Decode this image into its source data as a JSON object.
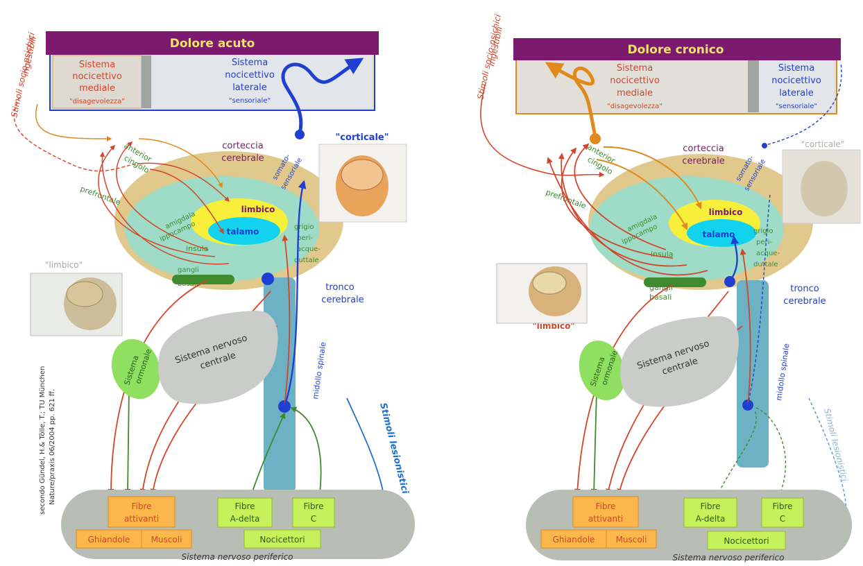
{
  "colors": {
    "purple": "#7b1a6e",
    "orange": "#e08a1e",
    "red": "#d2452a",
    "blue": "#1f3fd0",
    "green": "#3f8a2f",
    "lime": "#a2d82a",
    "cyan": "#12d2f0",
    "yellow": "#f8ef3a",
    "teal": "#9fdcc8",
    "tan": "#dcc07a",
    "spine": "#6db2c4",
    "periph": "#b8bdb6",
    "grey": "#c9ccc8"
  },
  "acute": {
    "title": "Dolore acuto",
    "medial": {
      "l1": "Sistema",
      "l2": "nocicettivo",
      "l3": "mediale",
      "tag": "\"disagevolezza\""
    },
    "lateral": {
      "l1": "Sistema",
      "l2": "nocicettivo",
      "l3": "laterale",
      "tag": "\"sensoriale\""
    },
    "stimuli_psych": {
      "l1": "Stimoli socio-psichici",
      "l2": "ingestibili"
    },
    "corticale_label": "\"corticale\"",
    "limbico_label": "\"limbico\"",
    "stimuli_lesion": "Stimoli lesionistici",
    "credit": {
      "l1": "secondo Gündel, H.& Tölle, T.; TU München",
      "l2": "Nature/praxis 06/2004 pp. 621 ff."
    }
  },
  "chronic": {
    "title": "Dolore cronico",
    "medial": {
      "l1": "Sistema",
      "l2": "nocicettivo",
      "l3": "mediale",
      "tag": "\"disagevolezza\""
    },
    "lateral": {
      "l1": "Sistema",
      "l2": "nocicettivo",
      "l3": "laterale",
      "tag": "\"sensoriale\""
    },
    "stimuli_psych": {
      "l1": "Stimoli socio-psichici",
      "l2": "ingestibili"
    },
    "corticale_label": "\"corticale\"",
    "limbico_label": "\"limbico\"",
    "stimuli_lesion": "Stimoli lesionistici"
  },
  "brain": {
    "corteccia": "corteccia",
    "cerebrale": "cerebrale",
    "somato1": "somato-",
    "somato2": "sensoriale",
    "anterior": "anterior",
    "cingolo": "cingolo",
    "prefrontale": "prefrontale",
    "limbico": "limbico",
    "amigdala": "amigdala",
    "ippocampo": "ippocampo",
    "talamo": "talamo",
    "insula": "insula",
    "grigio": "grigio",
    "peri": "peri-",
    "acque": "acque-",
    "duttale": "duttale",
    "gangli": "gangli",
    "basali": "basali",
    "tronco": "tronco",
    "tronco2": "cerebrale",
    "midollo": "midollo spinale",
    "sistema_ormonale1": "Sistema",
    "sistema_ormonale2": "ormonale",
    "snc1": "Sistema nervoso",
    "snc2": "centrale",
    "fibre_attivanti1": "Fibre",
    "fibre_attivanti2": "attivanti",
    "fibre_adelta1": "Fibre",
    "fibre_adelta2": "A-delta",
    "fibre_c1": "Fibre",
    "fibre_c2": "C",
    "ghiandole": "Ghiandole",
    "muscoli": "Muscoli",
    "nocicettori": "Nocicettori",
    "snp": "Sistema nervoso periferico"
  }
}
